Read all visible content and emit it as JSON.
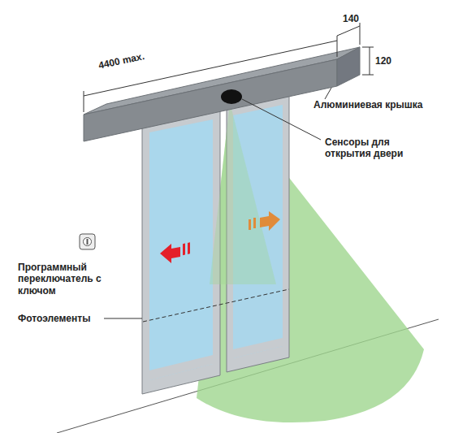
{
  "diagram": {
    "labels": [
      "4400 max.",
      "140",
      "120",
      "Алюминиевая крышка",
      "Сенсоры для открытия двери",
      "Программный переключатель с ключом",
      "Фотоэлементы"
    ]
  }
}
